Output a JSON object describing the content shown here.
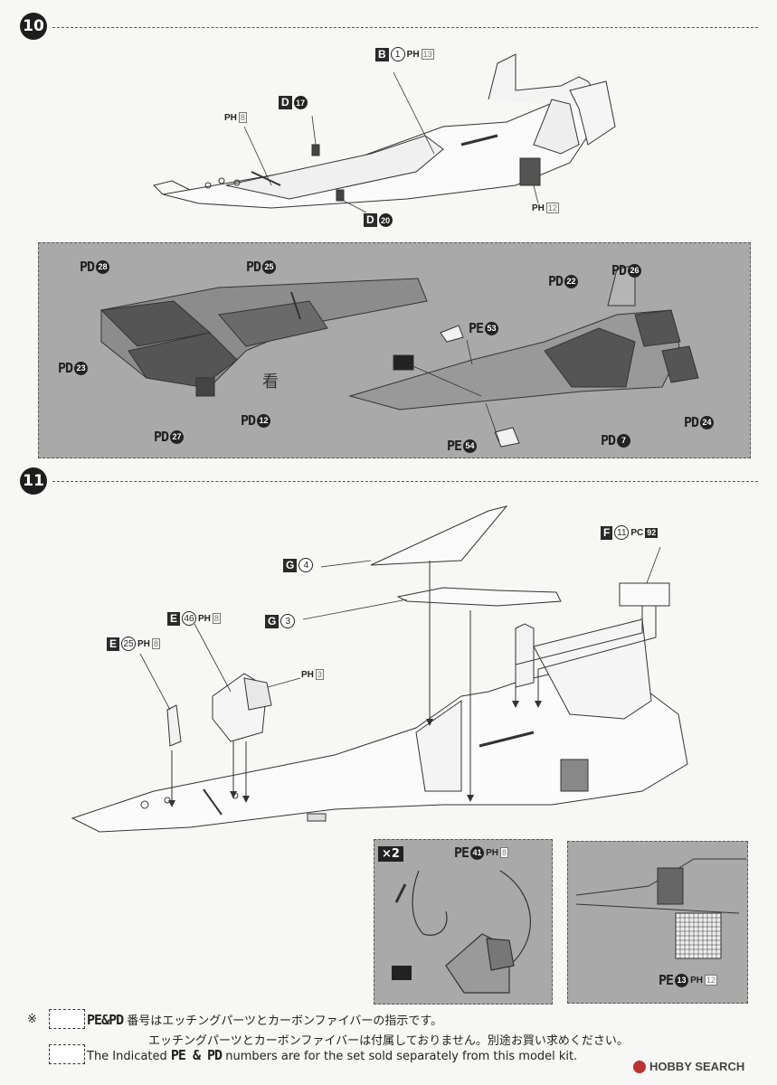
{
  "step10": {
    "number": "10",
    "labels": {
      "b1": {
        "letter": "B",
        "num": "1",
        "ph": "PH",
        "box": "13"
      },
      "ph8": {
        "ph": "PH",
        "box": "8"
      },
      "d17": {
        "letter": "D",
        "num": "17"
      },
      "d20": {
        "letter": "D",
        "num": "20"
      },
      "ph12": {
        "ph": "PH",
        "box": "12"
      }
    },
    "panel": {
      "pd28": {
        "code": "PD",
        "num": "28"
      },
      "pd25": {
        "code": "PD",
        "num": "25"
      },
      "pd23": {
        "code": "PD",
        "num": "23"
      },
      "pd12": {
        "code": "PD",
        "num": "12"
      },
      "pd27": {
        "code": "PD",
        "num": "27"
      },
      "pd22": {
        "code": "PD",
        "num": "22"
      },
      "pd26": {
        "code": "PD",
        "num": "26"
      },
      "pe53": {
        "code": "PE",
        "num": "53"
      },
      "pe54": {
        "code": "PE",
        "num": "54"
      },
      "pd7": {
        "code": "PD",
        "num": "7"
      },
      "pd24": {
        "code": "PD",
        "num": "24"
      },
      "kanji": "看"
    }
  },
  "step11": {
    "number": "11",
    "labels": {
      "g4": {
        "letter": "G",
        "num": "4"
      },
      "g3": {
        "letter": "G",
        "num": "3"
      },
      "f11": {
        "letter": "F",
        "num": "11",
        "ph": "PC",
        "box": "92"
      },
      "e46": {
        "letter": "E",
        "num": "46",
        "ph": "PH",
        "box": "8"
      },
      "e25": {
        "letter": "E",
        "num": "25",
        "ph": "PH",
        "box": "8"
      },
      "ph3": {
        "ph": "PH",
        "box": "3"
      }
    },
    "inset1": {
      "multiplier": "×2",
      "code": "PE",
      "num": "41",
      "ph": "PH",
      "box": "8"
    },
    "inset2": {
      "code": "PE",
      "num": "13",
      "ph": "PH",
      "box": "12"
    }
  },
  "notes": {
    "mark": "※",
    "line1_codes": "PE&PD",
    "line1_text": "番号はエッチングパーツとカーボンファイバーの指示です。",
    "line2_text": "エッチングパーツとカーボンファイバーは付属しておりません。別途お買い求めください。",
    "line3_prefix": "The Indicated",
    "line3_codes": "PE & PD",
    "line3_text": "numbers are for the set sold separately from this model kit."
  },
  "watermark": "HOBBY SEARCH"
}
